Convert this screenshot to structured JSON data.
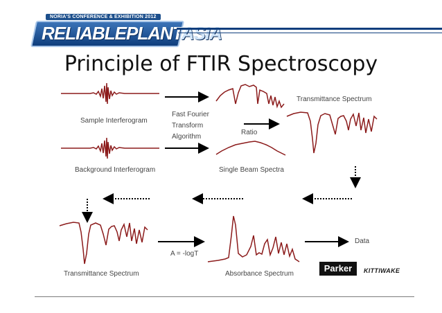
{
  "banner": {
    "conference": "NORIA'S CONFERENCE & EXHIBITION 2012",
    "brand": "RELIABLEPLANT",
    "brand_region": "ASIA"
  },
  "title": "Principle of FTIR Spectroscopy",
  "labels": {
    "sample_interferogram": "Sample Interferogram",
    "background_interferogram": "Background Interferogram",
    "fft": [
      "Fast Fourier",
      "Transform",
      "Algorithm"
    ],
    "ratio": "Ratio",
    "single_beam": "Single Beam Spectra",
    "transmittance_top": "Transmittance Spectrum",
    "transmittance_bottom": "Transmittance Spectrum",
    "formula": "A = -logT",
    "absorbance": "Absorbance Spectrum",
    "data": "Data"
  },
  "logos": {
    "parker": "Parker",
    "kittiwake": "KITTIWAKE"
  },
  "colors": {
    "signal": "#8b1a1a",
    "arrow": "#000000",
    "label": "#444444"
  }
}
